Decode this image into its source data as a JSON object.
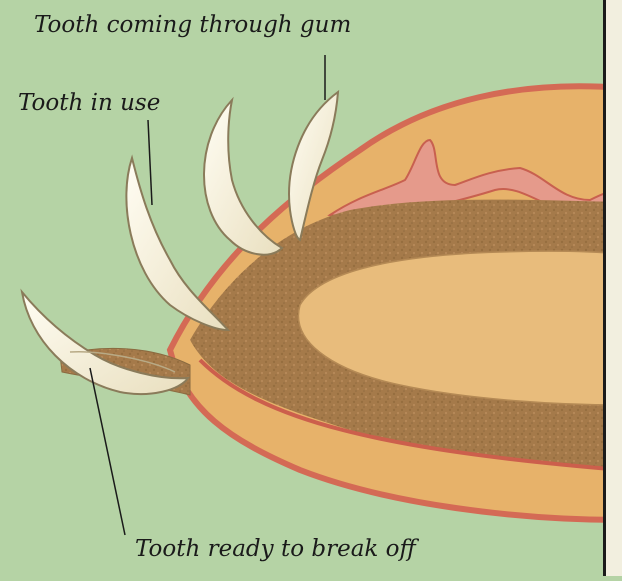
{
  "labels": {
    "tooth_through_gum": "Tooth coming through gum",
    "tooth_in_use": "Tooth in use",
    "tooth_break_off": "Tooth ready to break off"
  },
  "colors": {
    "background": "#b5d3a5",
    "jaw_outer": "#e7b26a",
    "jaw_rim": "#d26a55",
    "bone_texture": "#a07848",
    "cavity": "#e9bf7f",
    "tooth": "#fbf6e6",
    "tooth_outline": "#8a7b5a"
  }
}
